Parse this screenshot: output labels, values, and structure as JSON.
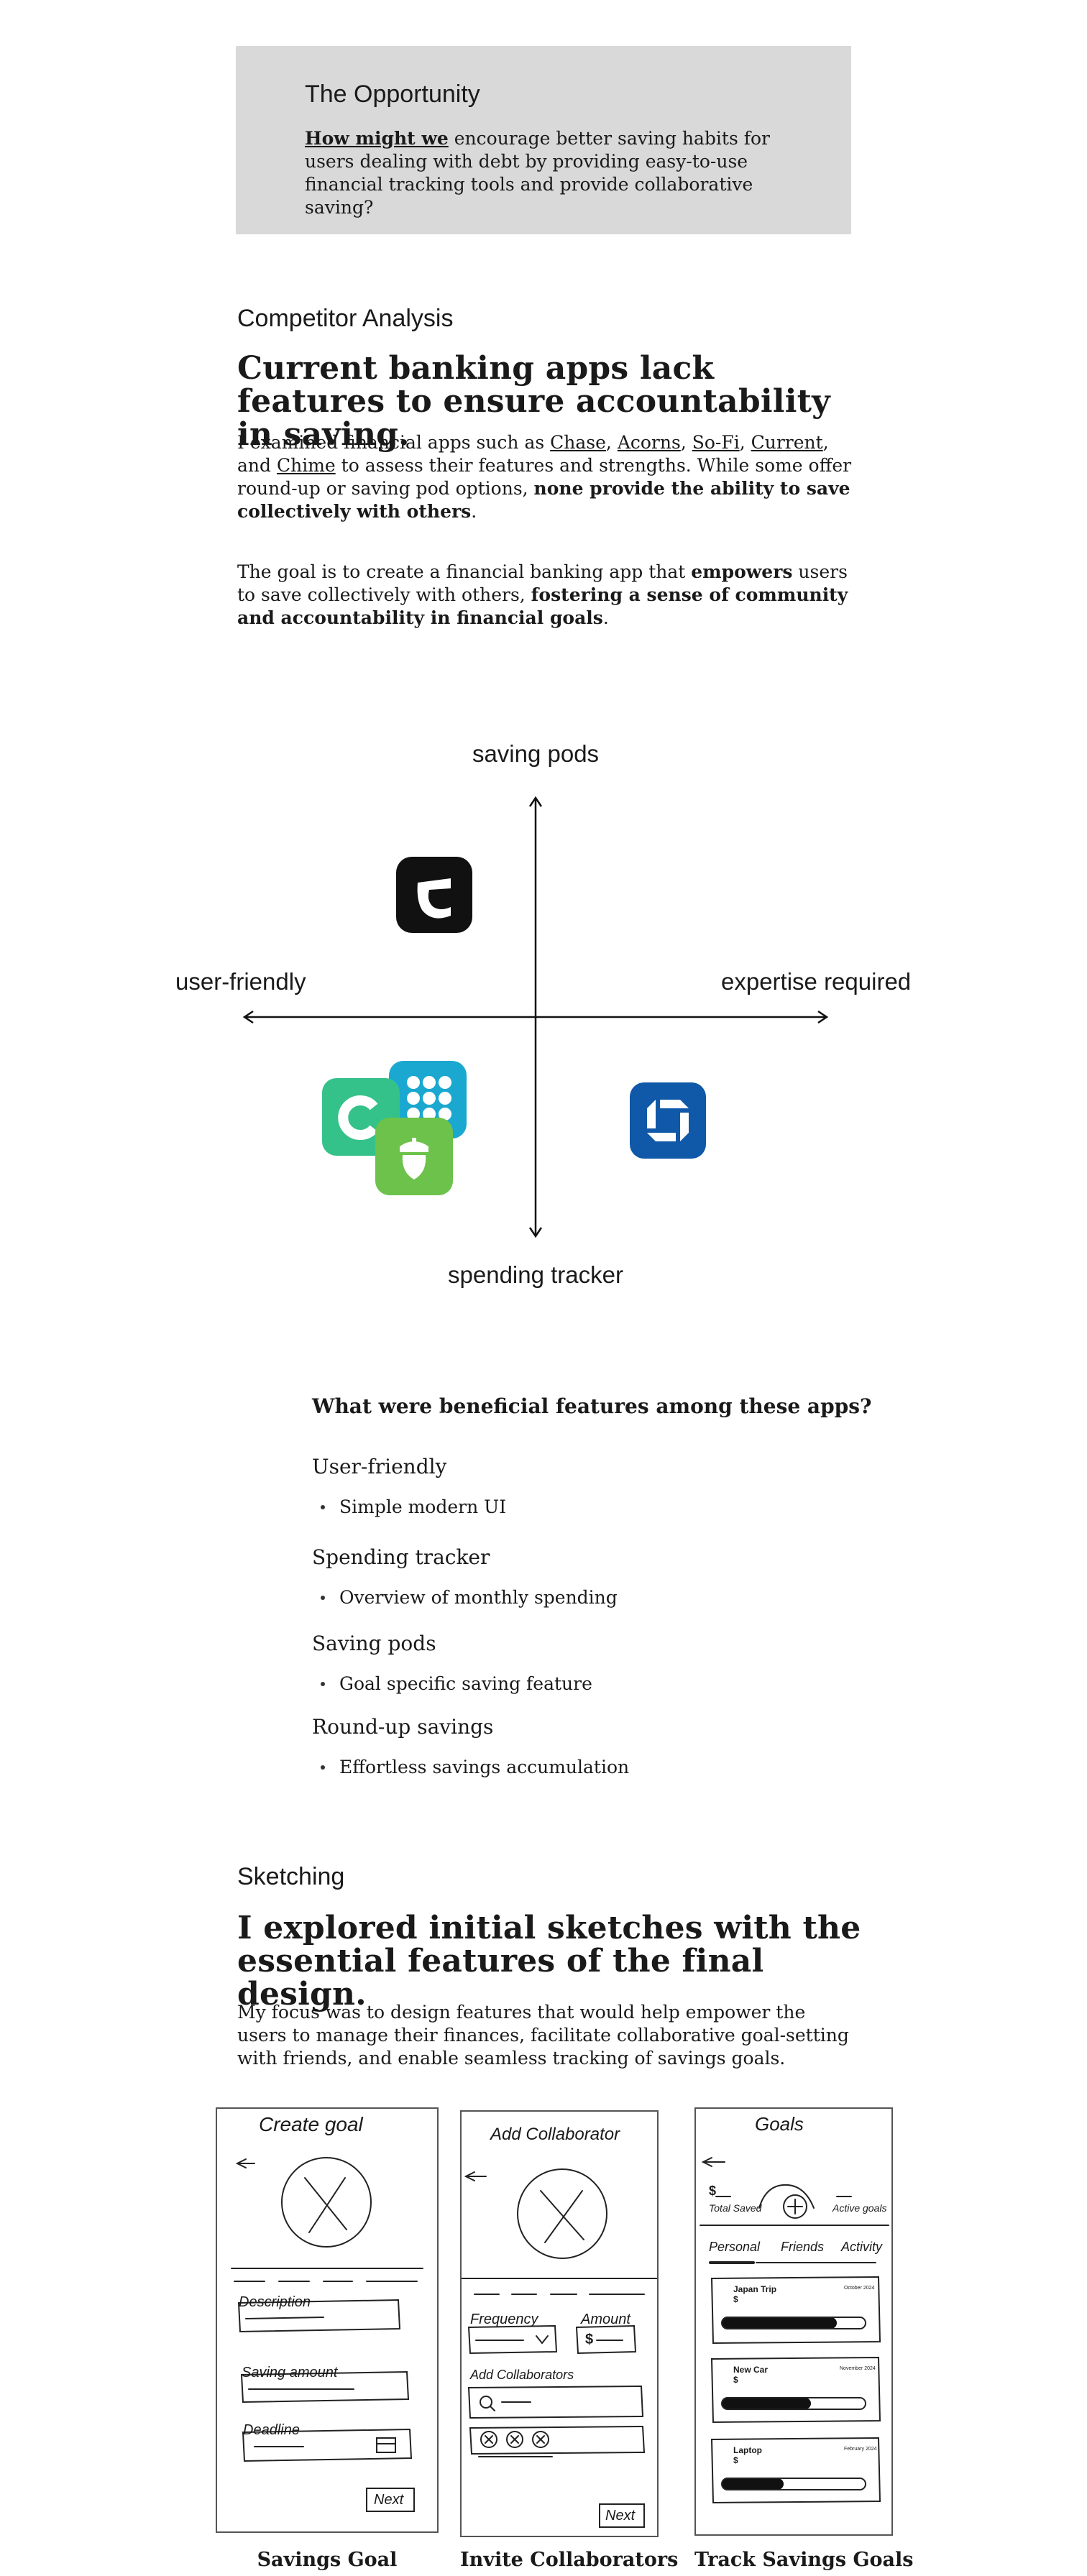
{
  "opportunity": {
    "title": "The Opportunity",
    "hmw_lead": "How might we",
    "body": " encourage better saving habits for users dealing with debt by providing easy-to-use financial tracking tools and provide collaborative saving?"
  },
  "competitor": {
    "label": "Competitor Analysis",
    "headline": "Current banking apps lack features to ensure accountability in saving.",
    "p1": {
      "intro": "I examined financial apps such as ",
      "apps": [
        "Chase",
        "Acorns",
        "So-Fi",
        "Current",
        "Chime"
      ],
      "sep1": ", ",
      "and": ", and ",
      "rest": " to assess their features and strengths. While some offer round-up or saving pod options, ",
      "bold": "none provide the ability to save collectively with others",
      "end": "."
    },
    "p2": {
      "a": "The goal is to create a financial banking app that ",
      "b": "empowers",
      "c": " users to save collectively with others, ",
      "d": "fostering a sense of community and accountability in financial goals",
      "e": "."
    }
  },
  "quadrant": {
    "top": "saving pods",
    "bottom": "spending tracker",
    "left": "user-friendly",
    "right": "expertise required",
    "icons": [
      "current-app-icon",
      "chime-app-icon",
      "sofi-app-icon",
      "acorns-app-icon",
      "chase-app-icon"
    ],
    "colors": {
      "current": "#111111",
      "chime": "#34c28a",
      "sofi": "#1aa8d0",
      "acorns": "#6cc24a",
      "chase": "#1058a8"
    }
  },
  "features": {
    "question": "What were beneficial features among these apps?",
    "items": [
      {
        "heading": "User-friendly",
        "detail": "Simple modern UI"
      },
      {
        "heading": "Spending tracker",
        "detail": "Overview of monthly spending"
      },
      {
        "heading": "Saving pods",
        "detail": "Goal specific saving feature"
      },
      {
        "heading": "Round-up savings",
        "detail": "Effortless savings accumulation"
      }
    ]
  },
  "sketching": {
    "label": "Sketching",
    "headline": "I explored initial sketches with the essential features of the final design.",
    "body": "My focus was to design features that would help empower the users to manage their finances, facilitate collaborative goal-setting with friends, and enable seamless tracking of savings goals.",
    "sketches": [
      {
        "caption": "Savings Goal",
        "title": "Create goal",
        "fields": [
          "Description",
          "Saving amount",
          "Deadline"
        ],
        "button": "Next"
      },
      {
        "caption": "Invite Collaborators",
        "title": "Add Collaborator",
        "fields": [
          "Frequency",
          "Amount",
          "Add Collaborators"
        ],
        "amount_symbol": "$",
        "button": "Next"
      },
      {
        "caption": "Track Savings Goals",
        "title": "Goals",
        "stats": [
          "Total Saved",
          "Active goals"
        ],
        "stat_symbol": "$",
        "tabs": [
          "Personal",
          "Friends",
          "Activity"
        ],
        "goals": [
          {
            "name": "Japan Trip",
            "date": "October 2024",
            "symbol": "$",
            "progress": 0.75
          },
          {
            "name": "New Car",
            "date": "November 2024",
            "symbol": "$",
            "progress": 0.55
          },
          {
            "name": "Laptop",
            "date": "February 2024",
            "symbol": "$",
            "progress": 0.35
          }
        ]
      }
    ]
  }
}
